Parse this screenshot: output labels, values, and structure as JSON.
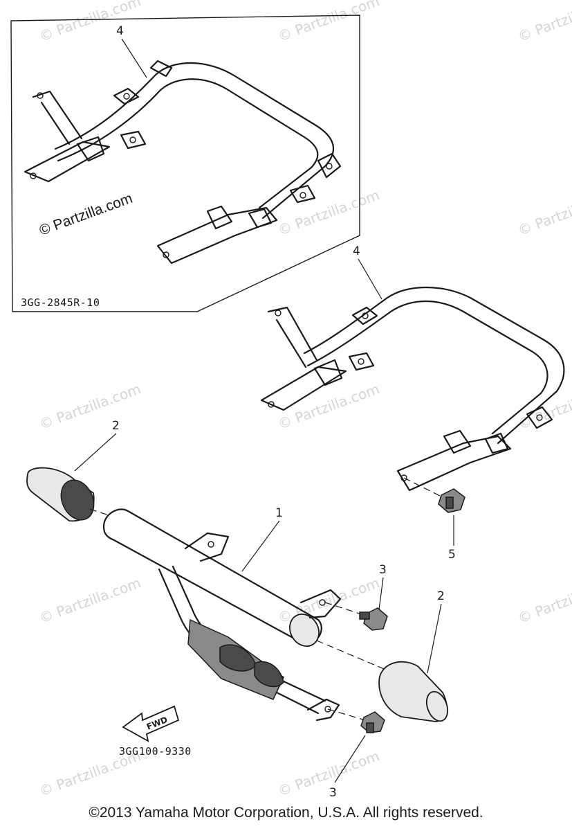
{
  "callouts": {
    "inset_part_4": "4",
    "main_part_4": "4",
    "part_2_left": "2",
    "part_1": "1",
    "part_5": "5",
    "part_3_upper": "3",
    "part_2_right": "2",
    "part_3_lower": "3"
  },
  "inset": {
    "code": "3GG-2845R-10"
  },
  "diagram_code": "3GG100-9330",
  "fwd_label": "FWD",
  "watermark": {
    "text": "© Partzilla.com"
  },
  "copyright": "©2013 Yamaha Motor Corporation, U.S.A. All rights reserved."
}
